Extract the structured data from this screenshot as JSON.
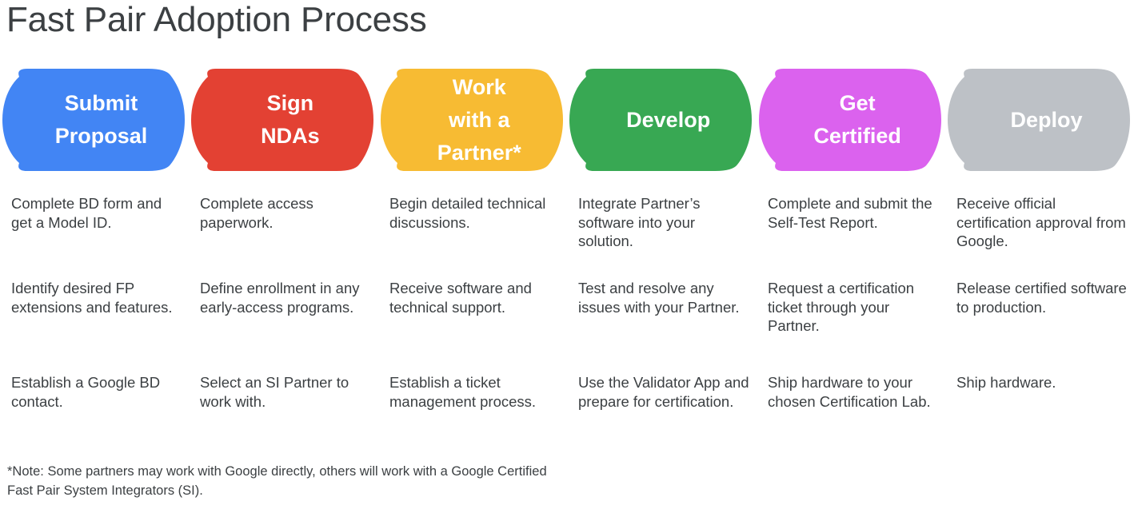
{
  "title": "Fast Pair Adoption Process",
  "colors": {
    "blue": "#4285F4",
    "red": "#E34133",
    "yellow": "#F7BB33",
    "green": "#38A853",
    "magenta": "#DB62EE",
    "gray": "#BDC1C6",
    "text": "#3c4043",
    "background": "#FFFFFF",
    "label_text": "#FFFFFF"
  },
  "stages": [
    {
      "label": "Submit\nProposal",
      "color": "#4285F4",
      "items": [
        "Complete BD form and get a Model ID.",
        "Identify desired FP extensions and features.",
        "Establish a Google BD contact."
      ]
    },
    {
      "label": "Sign\nNDAs",
      "color": "#E34133",
      "items": [
        "Complete access paperwork.",
        "Define enrollment in any early-access programs.",
        "Select an SI Partner to work with."
      ]
    },
    {
      "label": "Work\nwith a\nPartner*",
      "color": "#F7BB33",
      "items": [
        "Begin detailed technical discussions.",
        "Receive software and technical support.",
        "Establish a ticket management process."
      ]
    },
    {
      "label": "Develop",
      "color": "#38A853",
      "items": [
        "Integrate Partner’s software into your solution.",
        "Test and resolve any issues with your Partner.",
        "Use the Validator App and prepare for certification."
      ]
    },
    {
      "label": "Get\nCertified",
      "color": "#DB62EE",
      "items": [
        "Complete and submit the Self-Test Report.",
        "Request a certification ticket through your Partner.",
        "Ship hardware to your chosen Certification Lab."
      ]
    },
    {
      "label": "Deploy",
      "color": "#BDC1C6",
      "items": [
        "Receive official certification approval from Google.",
        "Release certified software to production.",
        "Ship hardware."
      ]
    }
  ],
  "footnote": "*Note: Some partners may work with Google directly, others will work with a Google Certified Fast Pair System Integrators (SI)."
}
